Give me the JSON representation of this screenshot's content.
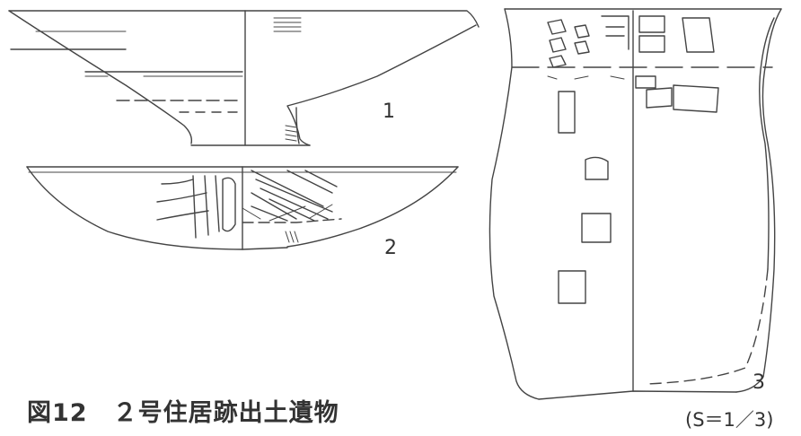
{
  "figure": {
    "caption": "図12　２号住居跡出土遺物",
    "scale": "(S＝1／3)"
  },
  "artifacts": [
    {
      "number": "1",
      "form": "pedestal-bowl-section"
    },
    {
      "number": "2",
      "form": "shallow-bowl-section"
    },
    {
      "number": "3",
      "form": "jar-section"
    }
  ]
}
